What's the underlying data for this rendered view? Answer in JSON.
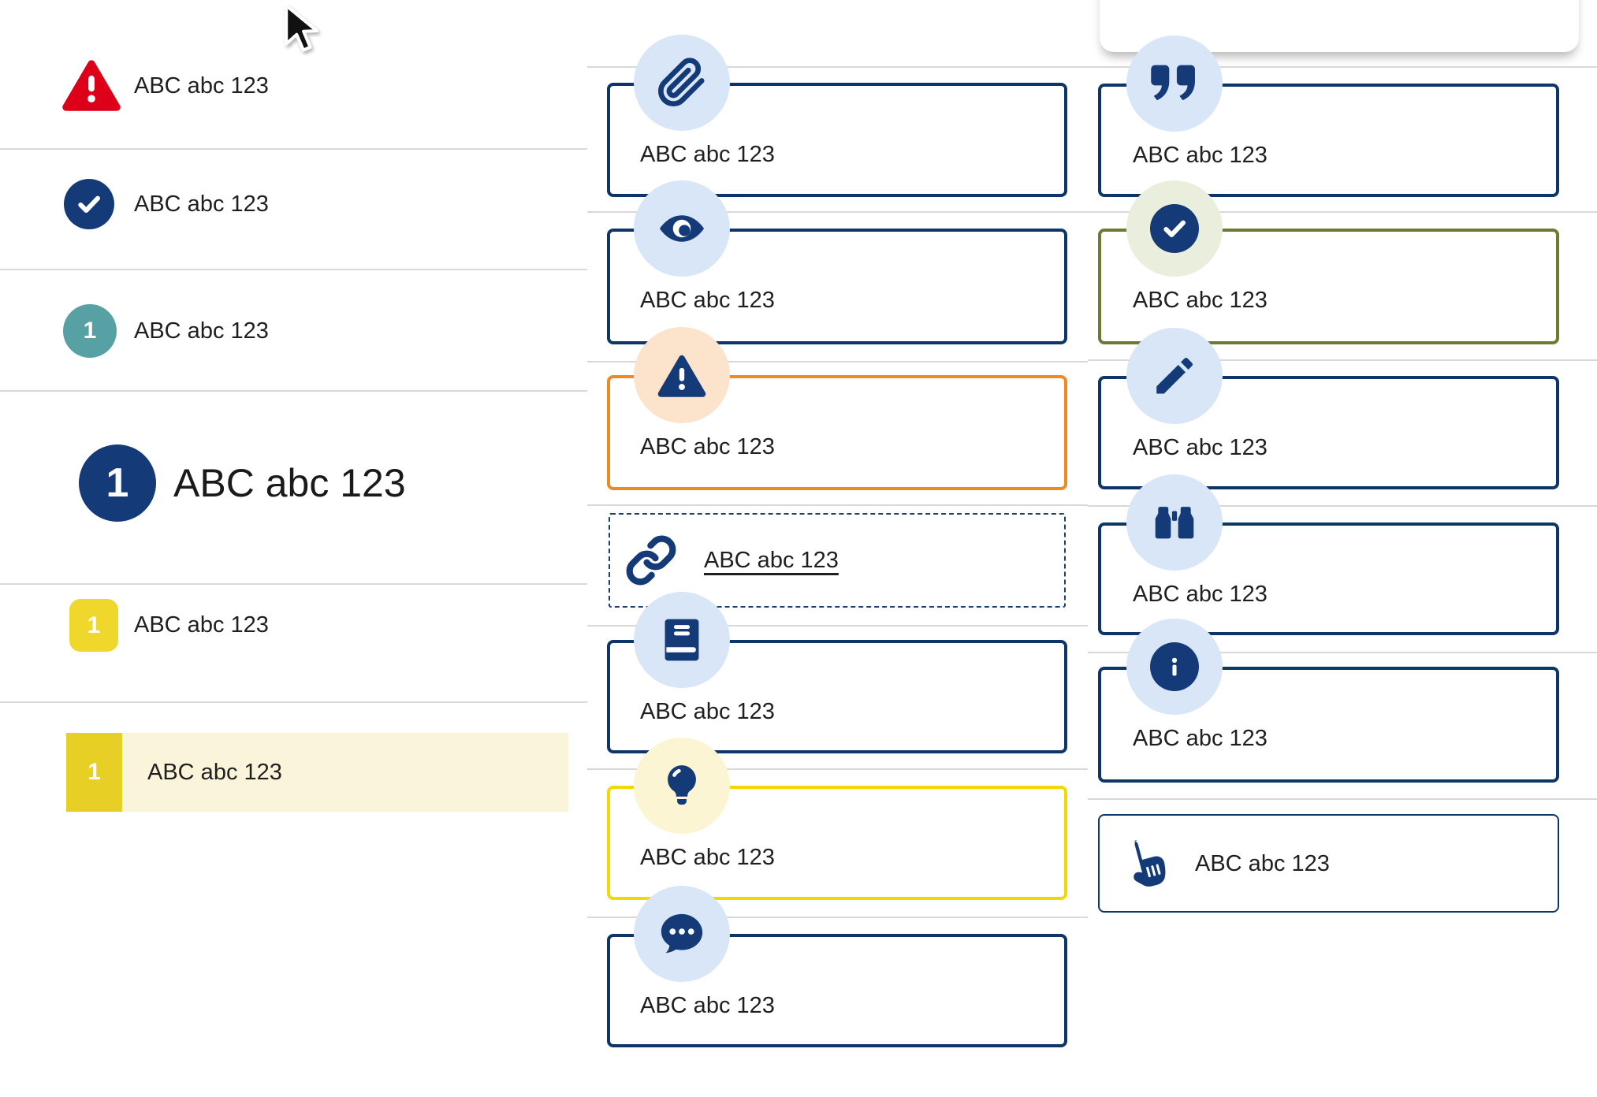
{
  "left_list": {
    "items": [
      {
        "icon": "alert-triangle-icon",
        "label": "ABC abc 123"
      },
      {
        "icon": "check-circle-icon",
        "label": "ABC abc 123"
      },
      {
        "icon": "number-badge-teal",
        "badge": "1",
        "label": "ABC abc 123"
      },
      {
        "icon": "number-badge-navy-large",
        "badge": "1",
        "label": "ABC abc 123"
      },
      {
        "icon": "number-badge-yellow",
        "badge": "1",
        "label": "ABC abc 123"
      },
      {
        "icon": "number-badge-yellow-selected",
        "badge": "1",
        "label": "ABC abc 123"
      }
    ]
  },
  "middle_callouts": {
    "items": [
      {
        "icon": "paperclip-icon",
        "style": "navy",
        "label": "ABC abc 123"
      },
      {
        "icon": "eye-icon",
        "style": "navy",
        "label": "ABC abc 123"
      },
      {
        "icon": "alert-triangle-icon",
        "style": "orange",
        "label": "ABC abc 123"
      },
      {
        "icon": "link-icon",
        "style": "dashed",
        "label": "ABC abc 123"
      },
      {
        "icon": "book-icon",
        "style": "navy",
        "label": "ABC abc 123"
      },
      {
        "icon": "lightbulb-icon",
        "style": "yellow",
        "label": "ABC abc 123"
      },
      {
        "icon": "chat-bubble-icon",
        "style": "navy",
        "label": "ABC abc 123"
      }
    ]
  },
  "right_callouts": {
    "items": [
      {
        "icon": "quote-icon",
        "style": "navy",
        "label": "ABC abc 123"
      },
      {
        "icon": "check-circle-icon",
        "style": "olive",
        "label": "ABC abc 123"
      },
      {
        "icon": "pencil-icon",
        "style": "navy",
        "label": "ABC abc 123"
      },
      {
        "icon": "binoculars-icon",
        "style": "navy",
        "label": "ABC abc 123"
      },
      {
        "icon": "info-icon",
        "style": "navy",
        "label": "ABC abc 123"
      },
      {
        "icon": "hand-pointer-icon",
        "style": "navy-thin",
        "label": "ABC abc 123"
      }
    ]
  },
  "colors": {
    "navy": "#143a78",
    "border_navy": "#0e3567",
    "light_blue": "#d9e6f8",
    "red": "#dc0019",
    "teal": "#57a1a5",
    "yellow": "#efd72b",
    "yellow_selected_block": "#e7cf25",
    "highlight_row_bg": "#faf5da",
    "yellow_border": "#f3d804",
    "light_yellow": "#fbf5d3",
    "orange_border": "#ef8a20",
    "peach": "#fbe3cc",
    "olive_border": "#6d7a31",
    "light_green": "#e9efdc",
    "divider": "#d8d8d8"
  }
}
